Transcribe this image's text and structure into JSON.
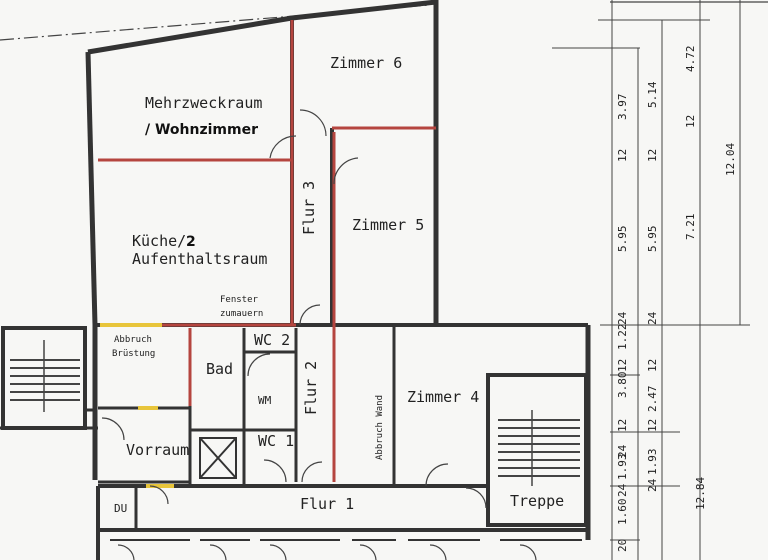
{
  "rooms": {
    "zimmer6": "Zimmer 6",
    "mehrzweckraum": "Mehrzweckraum",
    "wohnzimmer_note": "/ Wohnzimmer",
    "flur3": "Flur 3",
    "zimmer5": "Zimmer 5",
    "kueche_line1": "Küche/",
    "kueche_note": "2",
    "kueche_line2": "Aufenthaltsraum",
    "fenster_line1": "Fenster",
    "fenster_line2": "zumauern",
    "abbruch_line1": "Abbruch",
    "abbruch_line2": "Brüstung",
    "wc2": "WC 2",
    "bad": "Bad",
    "wm": "WM",
    "flur2": "Flur 2",
    "abbruch_wand": "Abbruch Wand",
    "zimmer4": "Zimmer 4",
    "vorraum": "Vorraum",
    "wc1": "WC 1",
    "du": "DU",
    "flur1": "Flur 1",
    "treppe": "Treppe"
  },
  "dimensions": {
    "col1": [
      "3.97",
      "12",
      "5.95",
      "24",
      "1.22",
      "12",
      "3.80",
      "12",
      "24",
      "1.93",
      "24",
      "1.60",
      "20"
    ],
    "col2": [
      "5.14",
      "12",
      "5.95",
      "24",
      "12",
      "2.47",
      "12",
      "1.93",
      "24"
    ],
    "col3": [
      "4.72",
      "12",
      "7.21"
    ],
    "col4": [
      "12.04",
      "12.84"
    ]
  },
  "colors": {
    "wall": "#333333",
    "demolition_wall": "#b5453f",
    "new_wall_marker": "#e8c53a",
    "paper": "#f7f7f5"
  }
}
